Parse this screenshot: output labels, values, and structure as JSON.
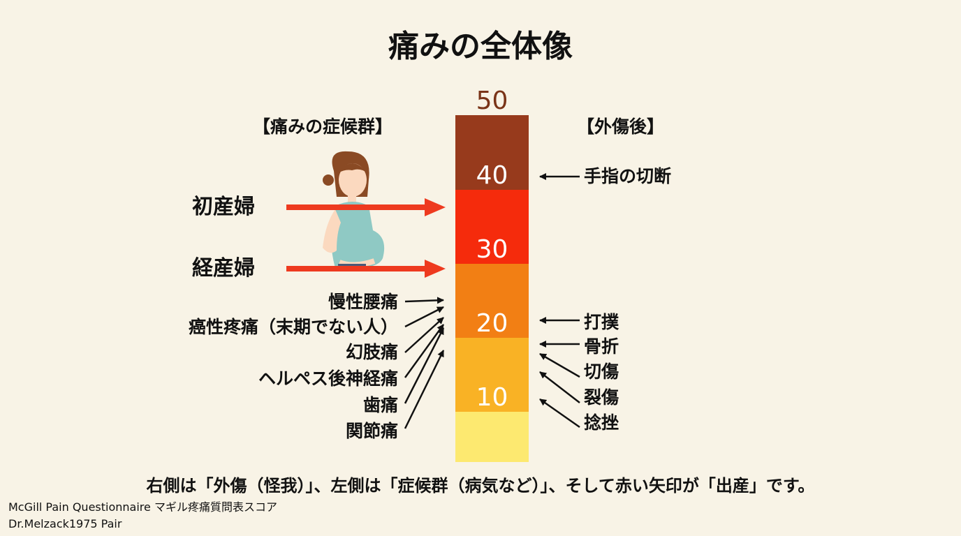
{
  "title": "痛みの全体像",
  "left_header": "【痛みの症候群】",
  "right_header": "【外傷後】",
  "scale": {
    "top_label": "50",
    "ticks": [
      "40",
      "30",
      "20",
      "10"
    ],
    "colors": [
      "#973a1c",
      "#f52b0c",
      "#f27f14",
      "#f9b225",
      "#fde970"
    ]
  },
  "birth": [
    {
      "label": "初産婦",
      "arrow_color": "#ee3a1f"
    },
    {
      "label": "経産婦",
      "arrow_color": "#ee3a1f"
    }
  ],
  "syndromes": [
    "慢性腰痛",
    "癌性疼痛（末期でない人）",
    "幻肢痛",
    "ヘルペス後神経痛",
    "歯痛",
    "関節痛"
  ],
  "trauma": [
    "手指の切断",
    "打撲",
    "骨折",
    "切傷",
    "裂傷",
    "捻挫"
  ],
  "caption": "右側は「外傷（怪我）」、左側は「症候群（病気など）」、そして赤い矢印が「出産」です。",
  "footer": {
    "line1": "McGill Pain Questionnaire マギル疼痛質問表スコア",
    "line2": "Dr.Melzack1975 Pair"
  }
}
